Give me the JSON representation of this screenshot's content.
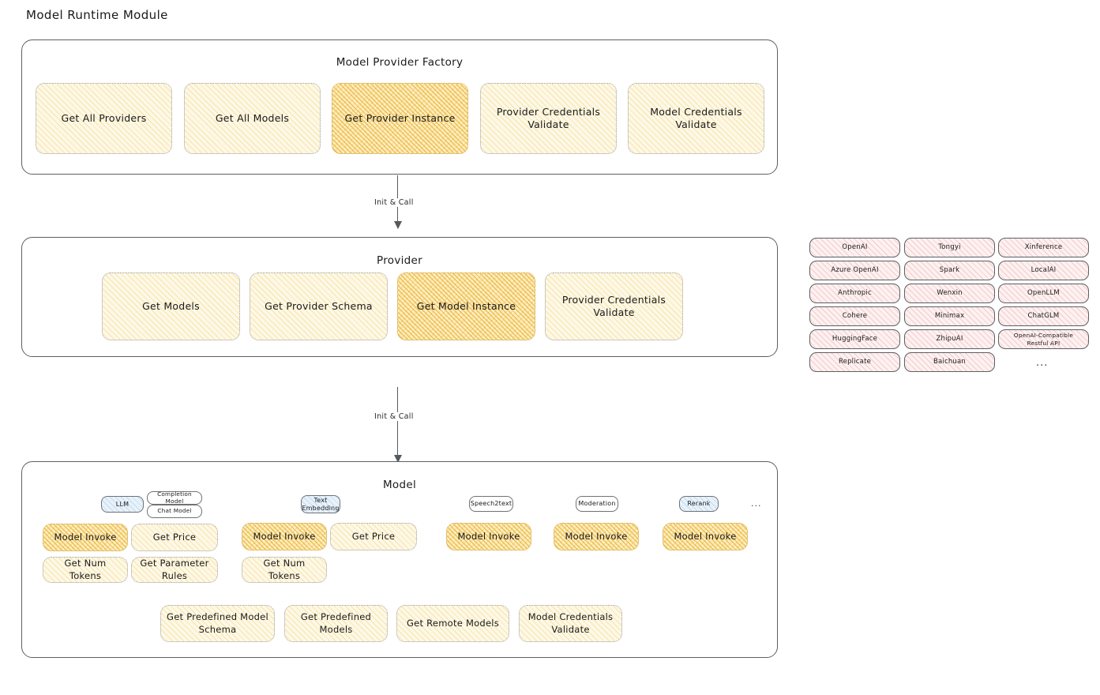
{
  "page": {
    "title": "Model Runtime Module"
  },
  "factory": {
    "title": "Model Provider Factory",
    "boxes": [
      {
        "label": "Get All Providers",
        "highlight": false
      },
      {
        "label": "Get All Models",
        "highlight": false
      },
      {
        "label": "Get Provider Instance",
        "highlight": true
      },
      {
        "label": "Provider Credentials Validate",
        "highlight": false
      },
      {
        "label": "Model Credentials Validate",
        "highlight": false
      }
    ]
  },
  "arrows": [
    {
      "label": "Init & Call"
    },
    {
      "label": "Init & Call"
    }
  ],
  "provider": {
    "title": "Provider",
    "boxes": [
      {
        "label": "Get Models",
        "highlight": false
      },
      {
        "label": "Get Provider Schema",
        "highlight": false
      },
      {
        "label": "Get Model Instance",
        "highlight": true
      },
      {
        "label": "Provider Credentials Validate",
        "highlight": false
      }
    ]
  },
  "provider_list": {
    "column1": [
      "OpenAI",
      "Azure OpenAI",
      "Anthropic",
      "Cohere",
      "HuggingFace",
      "Replicate"
    ],
    "column2": [
      "Tongyi",
      "Spark",
      "Wenxin",
      "Minimax",
      "ZhipuAI",
      "Baichuan"
    ],
    "column3": [
      "Xinference",
      "LocalAI",
      "OpenLLM",
      "ChatGLM",
      "OpenAI-Compatible Restful API"
    ],
    "more": "..."
  },
  "model": {
    "title": "Model",
    "more": "...",
    "types": [
      {
        "badge": "LLM",
        "badge_style": "blue",
        "sub_badges": [
          "Completion Model",
          "Chat Model"
        ],
        "methods": [
          {
            "label": "Model Invoke",
            "highlight": true
          },
          {
            "label": "Get Price",
            "highlight": false
          },
          {
            "label": "Get Num Tokens",
            "highlight": false
          },
          {
            "label": "Get Parameter Rules",
            "highlight": false
          }
        ]
      },
      {
        "badge": "Text Embedding",
        "badge_style": "blue",
        "sub_badges": [],
        "methods": [
          {
            "label": "Model Invoke",
            "highlight": true
          },
          {
            "label": "Get Price",
            "highlight": false
          },
          {
            "label": "Get Num Tokens",
            "highlight": false
          }
        ]
      },
      {
        "badge": "Speech2text",
        "badge_style": "white",
        "sub_badges": [],
        "methods": [
          {
            "label": "Model Invoke",
            "highlight": true
          }
        ]
      },
      {
        "badge": "Moderation",
        "badge_style": "white",
        "sub_badges": [],
        "methods": [
          {
            "label": "Model Invoke",
            "highlight": true
          }
        ]
      },
      {
        "badge": "Rerank",
        "badge_style": "blue",
        "sub_badges": [],
        "methods": [
          {
            "label": "Model Invoke",
            "highlight": true
          }
        ]
      }
    ],
    "common_methods": [
      "Get Predefined Model Schema",
      "Get Predefined Models",
      "Get Remote Models",
      "Model Credentials Validate"
    ]
  },
  "colors": {
    "highlight_yellow": "#f0c44f",
    "light_yellow": "#fdf8e6",
    "provider_pink": "#fdf1f1",
    "badge_blue": "#e8f2fb",
    "stroke": "#5c5f63"
  }
}
